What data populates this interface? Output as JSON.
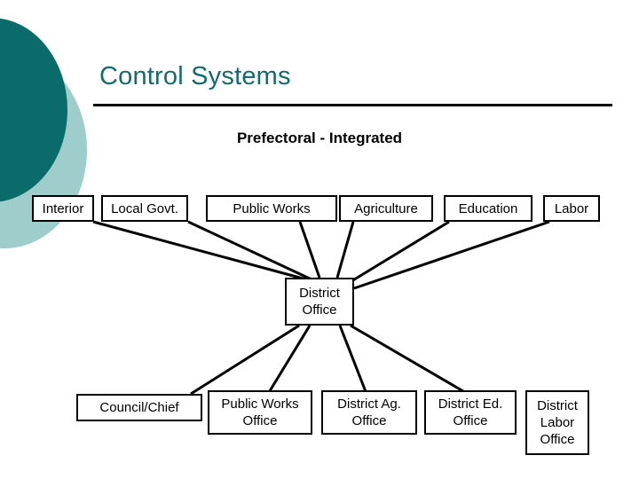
{
  "slide": {
    "title": "Control Systems",
    "subtitle": "Prefectoral - Integrated",
    "background_color": "#ffffff",
    "title_color": "#136b6b",
    "decoration": {
      "dark_circle_color": "#0b6a6a",
      "light_circle_color": "#9ecdcc"
    }
  },
  "diagram": {
    "type": "org-chart",
    "ministries": [
      {
        "id": "interior",
        "label": "Interior"
      },
      {
        "id": "local-govt",
        "label": "Local Govt."
      },
      {
        "id": "public-works",
        "label": "Public Works"
      },
      {
        "id": "agriculture",
        "label": "Agriculture"
      },
      {
        "id": "education",
        "label": "Education"
      },
      {
        "id": "labor",
        "label": "Labor"
      }
    ],
    "hub": {
      "id": "district-office",
      "label": "District\nOffice"
    },
    "field_units": [
      {
        "id": "council-chief",
        "label": "Council/Chief"
      },
      {
        "id": "public-works-office",
        "label": "Public Works\nOffice"
      },
      {
        "id": "district-ag-office",
        "label": "District Ag.\nOffice"
      },
      {
        "id": "district-ed-office",
        "label": "District Ed.\nOffice"
      },
      {
        "id": "district-labor-office",
        "label": "District\nLabor\nOffice"
      }
    ],
    "line_color": "#000000",
    "box_border_color": "#000000",
    "box_fill_color": "#ffffff"
  }
}
